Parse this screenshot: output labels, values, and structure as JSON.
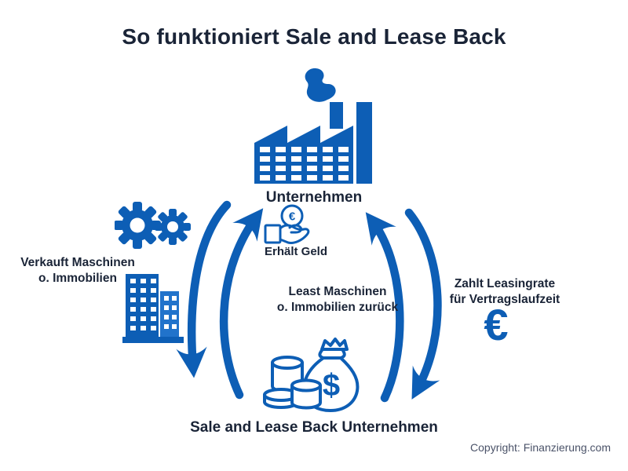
{
  "page": {
    "background": "#ffffff"
  },
  "colors": {
    "accent": "#0d5eb5",
    "accent_light": "#2173cb",
    "heading": "#1a2437",
    "copyright": "#4a5268"
  },
  "title": "So funktioniert Sale and Lease Back",
  "diagram": {
    "company": {
      "label": "Unternehmen",
      "icon": "factory-icon"
    },
    "slb_company": {
      "label": "Sale and Lease Back Unternehmen",
      "icon": "money-bag-coins-icon",
      "currency_symbol": "$"
    },
    "receives_money": {
      "label": "Erhält Geld",
      "icon": "hand-with-euro-coin-icon",
      "coin_symbol": "€"
    },
    "sells_assets": {
      "label": "Verkauft Maschinen\no. Immobilien",
      "icons": [
        "gears-icon",
        "buildings-icon"
      ]
    },
    "leases_back": {
      "label": "Least Maschinen\no. Immobilien zurück"
    },
    "pays_lease": {
      "label": "Zahlt Leasingrate\nfür Vertragslaufzeit",
      "icon": "euro-sign-icon",
      "euro_symbol": "€"
    },
    "arrows": [
      {
        "name": "arrow-sell",
        "direction": "down-left"
      },
      {
        "name": "arrow-receive-money",
        "direction": "up-left"
      },
      {
        "name": "arrow-lease-back",
        "direction": "up-right"
      },
      {
        "name": "arrow-pay-lease",
        "direction": "down-right"
      }
    ]
  },
  "footer": {
    "copyright": "Copyright: Finanzierung.com"
  }
}
